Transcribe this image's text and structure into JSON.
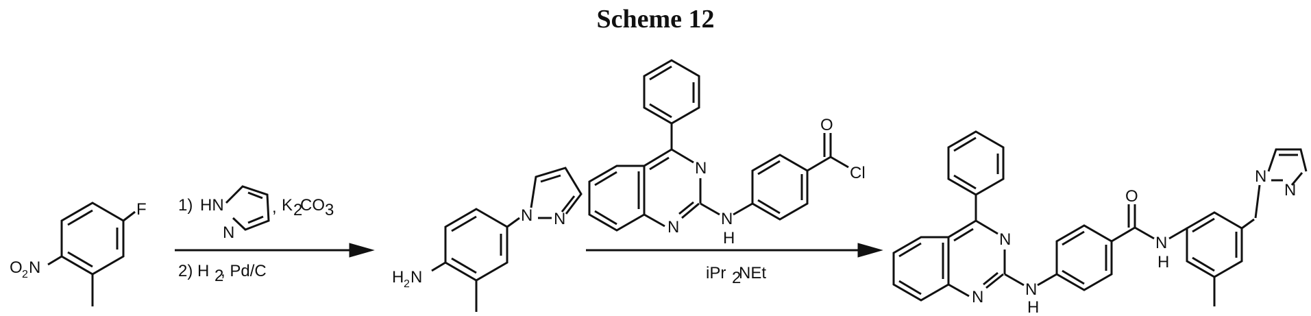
{
  "scheme": {
    "title": "Scheme 12"
  },
  "start_material": {
    "F": "F",
    "O2N_O": "O",
    "O2N_2": "2",
    "O2N_N": "N"
  },
  "step1": {
    "cond1_num": "1)",
    "pyrazole_HN": "HN",
    "pyrazole_N": "N",
    "comma": ",",
    "K": "K",
    "K_sub": "2",
    "CO": "CO",
    "CO_sub": "3",
    "cond2": "2) H",
    "cond2_sub": "2",
    "cond2_rest": ", Pd/C"
  },
  "intermediate": {
    "H": "H",
    "H_sub": "2",
    "N": "N",
    "pyr_N1": "N",
    "pyr_N2": "N"
  },
  "reagent2": {
    "N_a": "N",
    "N_b": "N",
    "NH_N": "N",
    "NH_H": "H",
    "O": "O",
    "Cl": "Cl"
  },
  "step2": {
    "base_i": "iPr",
    "base_sub": "2",
    "base_rest": "NEt"
  },
  "product": {
    "N_a": "N",
    "N_b": "N",
    "NH1_N": "N",
    "NH1_H": "H",
    "O": "O",
    "NH2_N": "N",
    "NH2_H": "H",
    "pyr_N1": "N",
    "pyr_N2": "N"
  }
}
